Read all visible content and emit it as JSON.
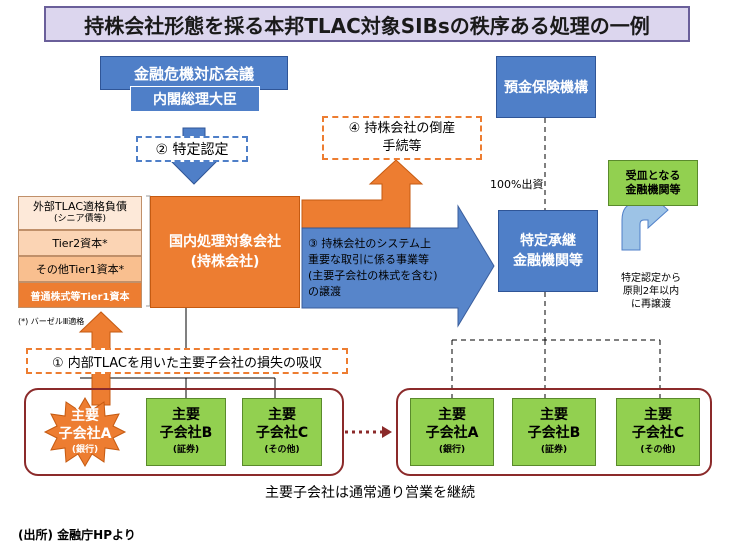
{
  "title": "持株会社形態を採る本邦TLAC対象SIBsの秩序ある処理の一例",
  "authority": {
    "council": "金融危機対応会議",
    "pm": "内閣総理大臣"
  },
  "step2": "② 特定認定",
  "step4": {
    "line1": "④ 持株会社の倒産",
    "line2": "手続等"
  },
  "deposit_insurance": "預金保険機構",
  "capital_label": "100%出資",
  "receiver": {
    "line1": "受皿となる",
    "line2": "金融機関等"
  },
  "layers": {
    "ext_tlac": "外部TLAC適格負債",
    "ext_tlac_sub": "(シニア債等)",
    "tier2": "Tier2資本*",
    "at1": "その他Tier1資本*",
    "cet1": "普通株式等Tier1資本"
  },
  "footnote": "(*) バーゼルⅢ適格",
  "holding": {
    "line1": "国内処理対象会社",
    "line2": "(持株会社)"
  },
  "step3": {
    "line1": "③ 持株会社のシステム上",
    "line2": "重要な取引に係る事業等",
    "line3": "(主要子会社の株式を含む)",
    "line4": "の譲渡"
  },
  "bridge": {
    "line1": "特定承継",
    "line2": "金融機関等"
  },
  "retransfer": {
    "line1": "特定認定から",
    "line2": "原則2年以内",
    "line3": "に再譲渡"
  },
  "step1": "① 内部TLACを用いた主要子会社の損失の吸収",
  "subs_left": [
    {
      "l1": "主要",
      "l2": "子会社A",
      "l3": "(銀行)"
    },
    {
      "l1": "主要",
      "l2": "子会社B",
      "l3": "(証券)"
    },
    {
      "l1": "主要",
      "l2": "子会社C",
      "l3": "(その他)"
    }
  ],
  "subs_right": [
    {
      "l1": "主要",
      "l2": "子会社A",
      "l3": "(銀行)"
    },
    {
      "l1": "主要",
      "l2": "子会社B",
      "l3": "(証券)"
    },
    {
      "l1": "主要",
      "l2": "子会社C",
      "l3": "(その他)"
    }
  ],
  "continue_note": "主要子会社は通常通り営業を継続",
  "source": "(出所) 金融庁HPより",
  "colors": {
    "blue": "#4f7fc8",
    "orange": "#ed7d31",
    "green": "#92d050",
    "dark_red": "#8b2a2a",
    "title_bg": "#dcd6ee"
  }
}
